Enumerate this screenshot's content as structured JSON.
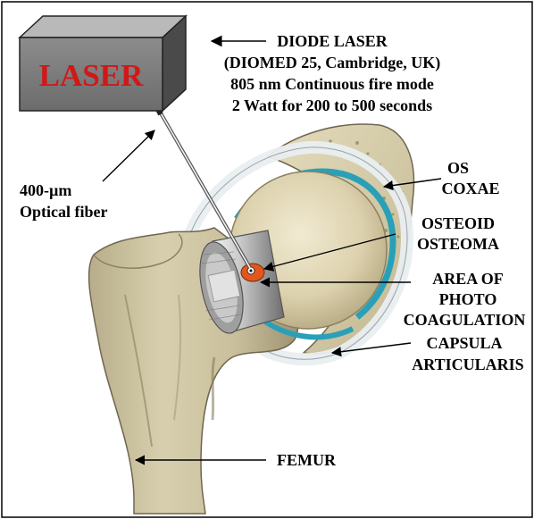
{
  "laser_box": {
    "word": "LASER"
  },
  "laser_info": {
    "line1": "DIODE LASER",
    "line2": "(DIOMED 25, Cambridge, UK)",
    "line3": "805 nm Continuous fire mode",
    "line4": "2 Watt for 200 to 500 seconds"
  },
  "fiber_label": {
    "line1": "400-µm",
    "line2": "Optical fiber"
  },
  "os_coxae": {
    "line1": "OS",
    "line2": "COXAE"
  },
  "osteoid": {
    "line1": "OSTEOID",
    "line2": "OSTEOMA"
  },
  "photo_area": {
    "line1": "AREA OF",
    "line2": "PHOTO",
    "line3": "COAGULATION"
  },
  "capsula": {
    "line1": "CAPSULA",
    "line2": "ARTICULARIS"
  },
  "femur": {
    "label": "FEMUR"
  },
  "colors": {
    "bone": "#d2c9a6",
    "bone_shadow": "#a79d7c",
    "cartilage": "#2aa0b8",
    "laser_red": "#d01818",
    "lesion": "#e3571e"
  }
}
